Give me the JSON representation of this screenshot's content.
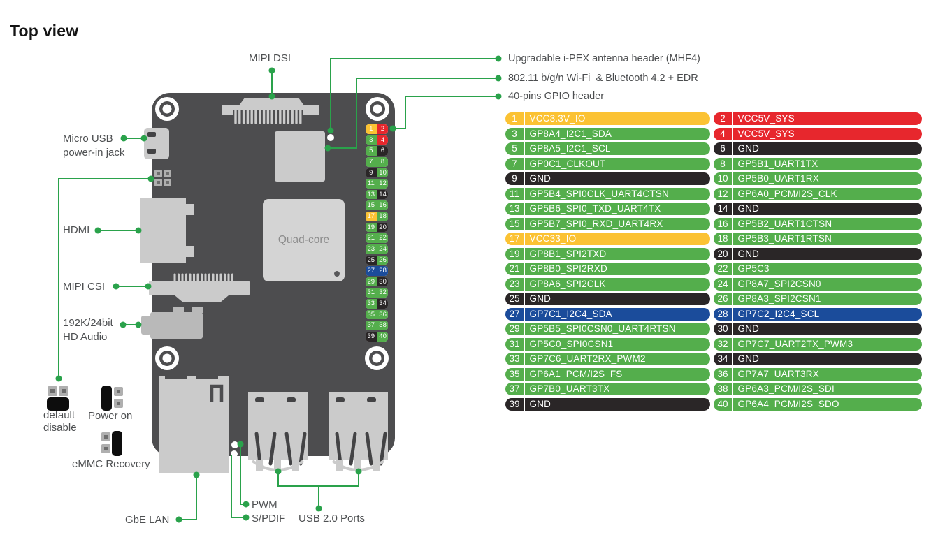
{
  "title": "Top view",
  "colors": {
    "accent_green": "#2AA24B",
    "board_gray": "#4D4D4F",
    "connector_gray": "#CBCBCB",
    "chip_gray": "#D4D4D4",
    "pin_text": "#FFFFFF"
  },
  "pin_colors": {
    "power_3v3": "#FBC233",
    "power_5v": "#E7272D",
    "gpio": "#54AE4C",
    "ground": "#2A2627",
    "i2c4": "#1B4C9B"
  },
  "board": {
    "chip_label": "Quad-core"
  },
  "labels": {
    "mipi_dsi": "MIPI DSI",
    "micro_usb": "Micro USB\npower-in jack",
    "hdmi": "HDMI",
    "mipi_csi": "MIPI CSI",
    "hd_audio": "192K/24bit\nHD Audio",
    "default_disable": "default\ndisable",
    "power_on": "Power on",
    "emmc_recovery": "eMMC Recovery",
    "gbe_lan": "GbE LAN",
    "pwm": "PWM",
    "spdif": "S/PDIF",
    "usb_ports": "USB 2.0 Ports"
  },
  "callouts": {
    "antenna": "Upgradable i-PEX antenna header (MHF4)",
    "wifi": "802.11 b/g/n Wi-Fi  & Bluetooth 4.2 + EDR",
    "gpio_header": "40-pins GPIO header"
  },
  "pins": [
    {
      "n": 1,
      "label": "VCC3.3V_IO",
      "type": "power_3v3"
    },
    {
      "n": 2,
      "label": "VCC5V_SYS",
      "type": "power_5v"
    },
    {
      "n": 3,
      "label": "GP8A4_I2C1_SDA",
      "type": "gpio"
    },
    {
      "n": 4,
      "label": "VCC5V_SYS",
      "type": "power_5v"
    },
    {
      "n": 5,
      "label": "GP8A5_I2C1_SCL",
      "type": "gpio"
    },
    {
      "n": 6,
      "label": "GND",
      "type": "ground"
    },
    {
      "n": 7,
      "label": "GP0C1_CLKOUT",
      "type": "gpio"
    },
    {
      "n": 8,
      "label": "GP5B1_UART1TX",
      "type": "gpio"
    },
    {
      "n": 9,
      "label": "GND",
      "type": "ground"
    },
    {
      "n": 10,
      "label": "GP5B0_UART1RX",
      "type": "gpio"
    },
    {
      "n": 11,
      "label": "GP5B4_SPI0CLK_UART4CTSN",
      "type": "gpio"
    },
    {
      "n": 12,
      "label": "GP6A0_PCM/I2S_CLK",
      "type": "gpio"
    },
    {
      "n": 13,
      "label": "GP5B6_SPI0_TXD_UART4TX",
      "type": "gpio"
    },
    {
      "n": 14,
      "label": "GND",
      "type": "ground"
    },
    {
      "n": 15,
      "label": "GP5B7_SPI0_RXD_UART4RX",
      "type": "gpio"
    },
    {
      "n": 16,
      "label": "GP5B2_UART1CTSN",
      "type": "gpio"
    },
    {
      "n": 17,
      "label": "VCC33_IO",
      "type": "power_3v3"
    },
    {
      "n": 18,
      "label": "GP5B3_UART1RTSN",
      "type": "gpio"
    },
    {
      "n": 19,
      "label": "GP8B1_SPI2TXD",
      "type": "gpio"
    },
    {
      "n": 20,
      "label": "GND",
      "type": "ground"
    },
    {
      "n": 21,
      "label": "GP8B0_SPI2RXD",
      "type": "gpio"
    },
    {
      "n": 22,
      "label": "GP5C3",
      "type": "gpio"
    },
    {
      "n": 23,
      "label": "GP8A6_SPI2CLK",
      "type": "gpio"
    },
    {
      "n": 24,
      "label": "GP8A7_SPI2CSN0",
      "type": "gpio"
    },
    {
      "n": 25,
      "label": "GND",
      "type": "ground"
    },
    {
      "n": 26,
      "label": "GP8A3_SPI2CSN1",
      "type": "gpio"
    },
    {
      "n": 27,
      "label": "GP7C1_I2C4_SDA",
      "type": "i2c4"
    },
    {
      "n": 28,
      "label": "GP7C2_I2C4_SCL",
      "type": "i2c4"
    },
    {
      "n": 29,
      "label": "GP5B5_SPI0CSN0_UART4RTSN",
      "type": "gpio"
    },
    {
      "n": 30,
      "label": "GND",
      "type": "ground"
    },
    {
      "n": 31,
      "label": "GP5C0_SPI0CSN1",
      "type": "gpio"
    },
    {
      "n": 32,
      "label": "GP7C7_UART2TX_PWM3",
      "type": "gpio"
    },
    {
      "n": 33,
      "label": "GP7C6_UART2RX_PWM2",
      "type": "gpio"
    },
    {
      "n": 34,
      "label": "GND",
      "type": "ground"
    },
    {
      "n": 35,
      "label": "GP6A1_PCM/I2S_FS",
      "type": "gpio"
    },
    {
      "n": 36,
      "label": "GP7A7_UART3RX",
      "type": "gpio"
    },
    {
      "n": 37,
      "label": "GP7B0_UART3TX",
      "type": "gpio"
    },
    {
      "n": 38,
      "label": "GP6A3_PCM/I2S_SDI",
      "type": "gpio"
    },
    {
      "n": 39,
      "label": "GND",
      "type": "ground"
    },
    {
      "n": 40,
      "label": "GP6A4_PCM/I2S_SDO",
      "type": "gpio"
    }
  ]
}
